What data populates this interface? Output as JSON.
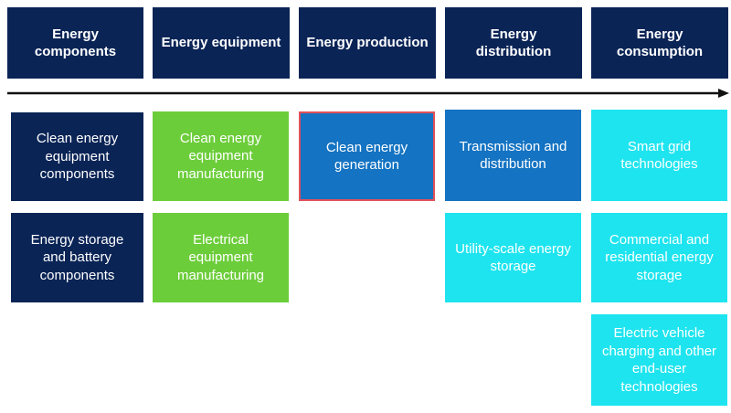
{
  "colors": {
    "navy": "#0a2456",
    "green": "#6ccd3a",
    "blue": "#1473c2",
    "cyan": "#1ee4ef",
    "highlight_border": "#e0505a"
  },
  "stages": [
    {
      "label": "Energy components"
    },
    {
      "label": "Energy equipment"
    },
    {
      "label": "Energy production"
    },
    {
      "label": "Energy distribution"
    },
    {
      "label": "Energy consumption"
    }
  ],
  "cells": {
    "components": [
      "Clean energy equipment components",
      "Energy storage and battery components"
    ],
    "equipment": [
      "Clean energy equipment manufacturing",
      "Electrical equipment manufacturing"
    ],
    "production": [
      "Clean energy generation"
    ],
    "distribution": [
      "Transmission and distribution",
      "Utility-scale energy storage"
    ],
    "consumption": [
      "Smart grid technologies",
      "Commercial and residential energy storage",
      "Electric vehicle charging and other end-user technologies"
    ]
  }
}
